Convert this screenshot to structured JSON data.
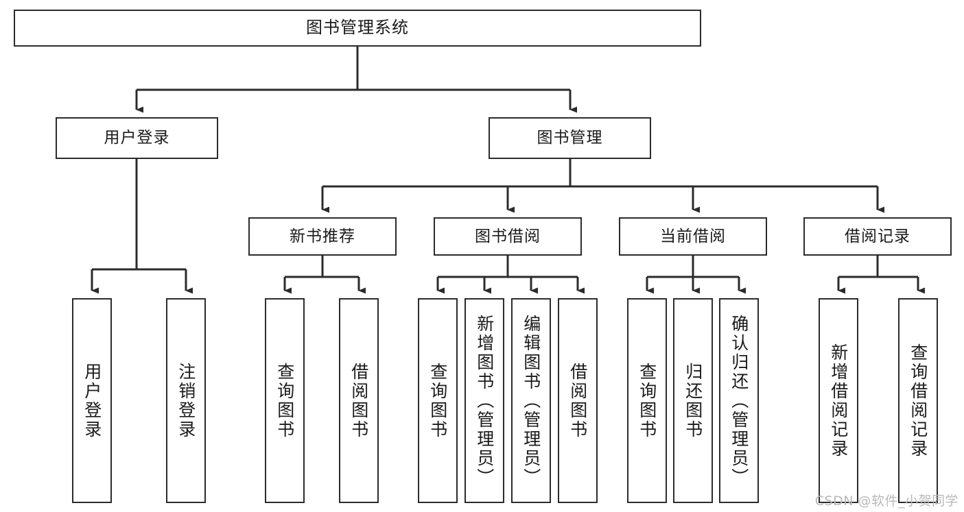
{
  "diagram": {
    "title": "图书管理系统",
    "type": "hierarchy-tree",
    "orientation": "top-down",
    "colors": {
      "box_border": "#2b2b2b",
      "box_fill": "#ffffff",
      "connector": "#2b2b2b",
      "text": "#1a1a1a",
      "watermark": "#b9b9b9",
      "background": "#ffffff"
    }
  },
  "watermark": {
    "text": "CSDN @软件_小贺同学"
  },
  "nodes": {
    "root": {
      "label": "图书管理系统"
    },
    "level2": [
      {
        "label": "用户登录"
      },
      {
        "label": "图书管理"
      }
    ],
    "level3": [
      {
        "label": "新书推荐"
      },
      {
        "label": "图书借阅"
      },
      {
        "label": "当前借阅"
      },
      {
        "label": "借阅记录"
      }
    ],
    "leaves": {
      "user_login": [
        {
          "label": "用户登录"
        },
        {
          "label": "注销登录"
        }
      ],
      "new_book_recommend": [
        {
          "label": "查询图书"
        },
        {
          "label": "借阅图书"
        }
      ],
      "book_borrow": [
        {
          "label": "查询图书"
        },
        {
          "label": "新增图书（管理员）"
        },
        {
          "label": "编辑图书（管理员）"
        },
        {
          "label": "借阅图书"
        }
      ],
      "current_borrow": [
        {
          "label": "查询图书"
        },
        {
          "label": "归还图书"
        },
        {
          "label": "确认归还（管理员）"
        }
      ],
      "borrow_record": [
        {
          "label": "新增借阅记录"
        },
        {
          "label": "查询借阅记录"
        }
      ]
    }
  }
}
